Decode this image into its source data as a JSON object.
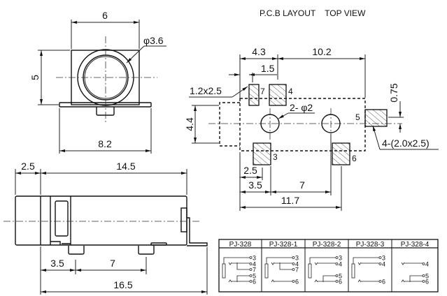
{
  "title": "P.C.B LAYOUT    TOP VIEW",
  "front_view": {
    "width": "6",
    "height": "5",
    "diameter": "φ3.6",
    "base_width": "8.2"
  },
  "side_view": {
    "cap": "2.5",
    "body": "14.5",
    "pin_offset": "3.5",
    "pin_pitch": "7",
    "total": "16.5"
  },
  "pcb": {
    "dim_4_3": "4.3",
    "dim_10_2": "10.2",
    "dim_1_5": "1.5",
    "pad_small": "1.2x2.5",
    "holes": "2- φ2",
    "dim_4_4": "4.4",
    "dim_0_75": "0.75",
    "pads_large": "4-(2.0x2.5)",
    "dim_2_5": "2.5",
    "dim_3_5": "3.5",
    "dim_7": "7",
    "dim_11_7": "11.7",
    "pins": {
      "p7": "7",
      "p4": "4",
      "p3": "3",
      "p6": "6",
      "p5": "5"
    }
  },
  "table": {
    "columns": [
      {
        "name": "PJ-328",
        "pins": [
          "3",
          "4",
          "7",
          "5",
          "6"
        ]
      },
      {
        "name": "PJ-328-1",
        "pins": [
          "3",
          "4",
          "7",
          "6"
        ]
      },
      {
        "name": "PJ-328-2",
        "pins": [
          "3",
          "4",
          "5",
          "6"
        ]
      },
      {
        "name": "PJ-328-3",
        "pins": [
          "3",
          "4",
          "6"
        ]
      },
      {
        "name": "PJ-328-4",
        "pins": [
          "4",
          "5",
          "6"
        ]
      }
    ]
  }
}
